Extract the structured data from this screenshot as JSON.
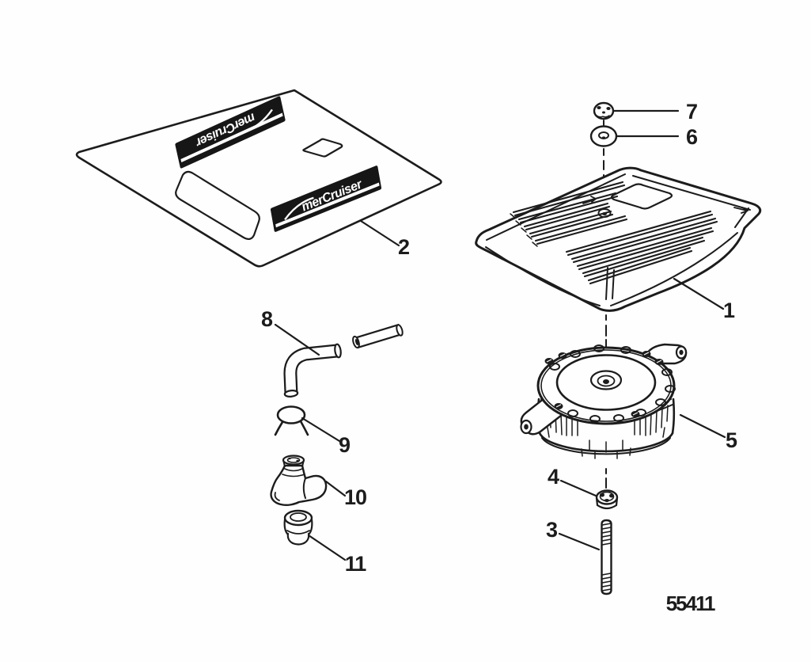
{
  "diagram": {
    "drawing_number": "55411",
    "decal_brand_text": "merCruiser",
    "ink_color": "#1c1c1c",
    "paper_color": "#fefefe",
    "decal_band_color": "#161616",
    "callouts": [
      "1",
      "2",
      "3",
      "4",
      "5",
      "6",
      "7",
      "8",
      "9",
      "10",
      "11"
    ]
  }
}
